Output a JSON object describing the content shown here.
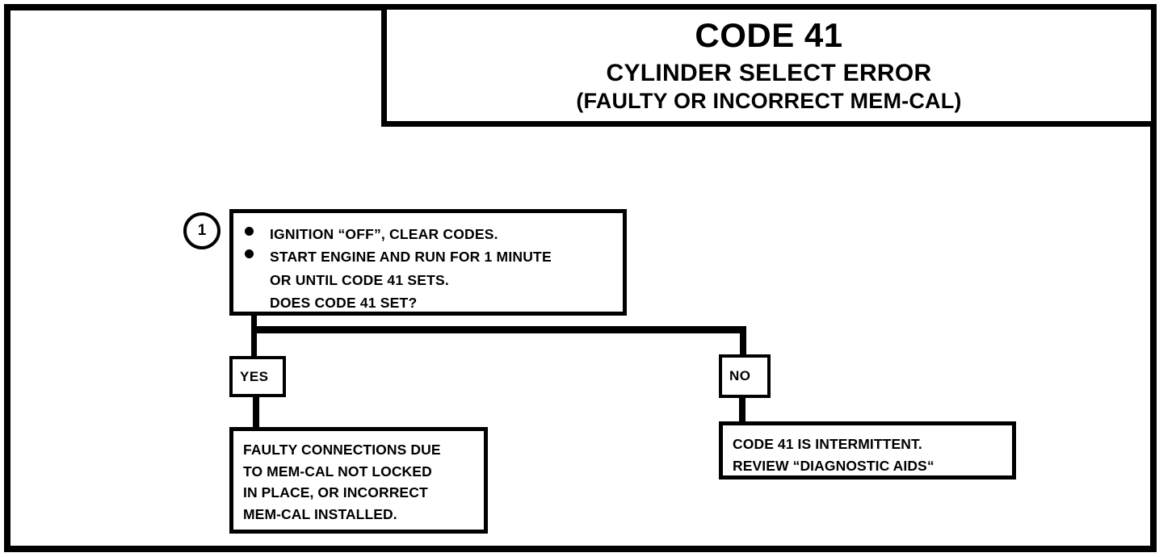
{
  "header": {
    "code_title": "CODE 41",
    "fault_name": "CYLINDER SELECT ERROR",
    "fault_note": "(FAULTY OR INCORRECT MEM-CAL)"
  },
  "step": {
    "number": "1",
    "bullets": [
      {
        "marker": true,
        "text": "IGNITION “OFF”, CLEAR CODES."
      },
      {
        "marker": true,
        "text": "START  ENGINE AND RUN FOR 1 MINUTE"
      },
      {
        "marker": false,
        "text": "OR UNTIL CODE 41 SETS."
      },
      {
        "marker": false,
        "text": "DOES CODE 41 SET?"
      }
    ]
  },
  "branches": {
    "yes_label": "YES",
    "no_label": "NO"
  },
  "results": {
    "yes": [
      "FAULTY CONNECTIONS DUE",
      "TO MEM-CAL NOT LOCKED",
      "IN PLACE, OR INCORRECT",
      "MEM-CAL INSTALLED."
    ],
    "no": [
      "CODE 41 IS INTERMITTENT.",
      "REVIEW “DIAGNOSTIC AIDS“"
    ]
  },
  "colors": {
    "ink": "#000000",
    "paper": "#ffffff"
  }
}
